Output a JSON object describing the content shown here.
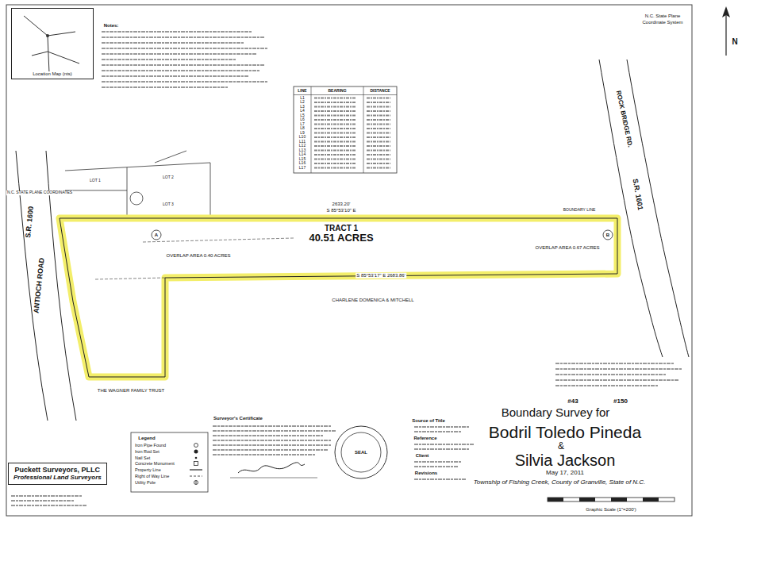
{
  "diagram": {
    "title": "Boundary Survey for",
    "nodes": [
      {
        "text": [
          "Location Map (nts)"
        ]
      },
      {
        "text": [
          "TRACT 1",
          "40.51 ACRES"
        ]
      },
      {
        "text": [
          "Puckett Surveyors, PLLC",
          "Professional Land Surveyors"
        ]
      }
    ],
    "labels": [
      "N",
      "N.C. State Plane",
      "Coordinate System",
      "Notes:",
      "LINE",
      "BEARING",
      "DISTANCE",
      "L1",
      "L2",
      "L3",
      "L4",
      "L5",
      "L6",
      "L7",
      "L8",
      "L9",
      "L10",
      "L11",
      "L12",
      "L13",
      "L14",
      "L15",
      "L16",
      "L17",
      "ROCK BRIDGE RD.",
      "S.R. 1601",
      "S.R. 1600",
      "ANTIOCH ROAD",
      "N.C. STATE PLANE COORDINATES",
      "LOT 1",
      "LOT 2",
      "LOT 3",
      "2633.20'",
      "S 85°53'10\" E",
      "S 85°53'17\" E  2683.86'",
      "A",
      "OVERLAP AREA 0.40 ACRES",
      "B",
      "OVERLAP AREA 0.67 ACRES",
      "BOUNDARY LINE",
      "CHARLENE DOMENICA & MITCHELL",
      "THE WAGNER FAMILY TRUST",
      "#43",
      "#150",
      "Bodril Toledo Pineda",
      "&",
      "Silvia Jackson",
      "May 17, 2011",
      "Township of Fishing Creek, County of Granville, State of N.C.",
      "Graphic Scale (1\"=200')",
      "Surveyor's Certificate",
      "SEAL",
      "Source of Title",
      "Reference",
      "Client",
      "Revisions",
      "Legend"
    ],
    "legend": [
      {
        "text": "Iron Pipe Found"
      },
      {
        "text": "Iron Rod Set"
      },
      {
        "text": "Nail Set"
      },
      {
        "text": "Concrete Monument"
      },
      {
        "text": "Property Line"
      },
      {
        "text": "Right of Way Line"
      },
      {
        "text": "Utility Pole"
      }
    ]
  }
}
